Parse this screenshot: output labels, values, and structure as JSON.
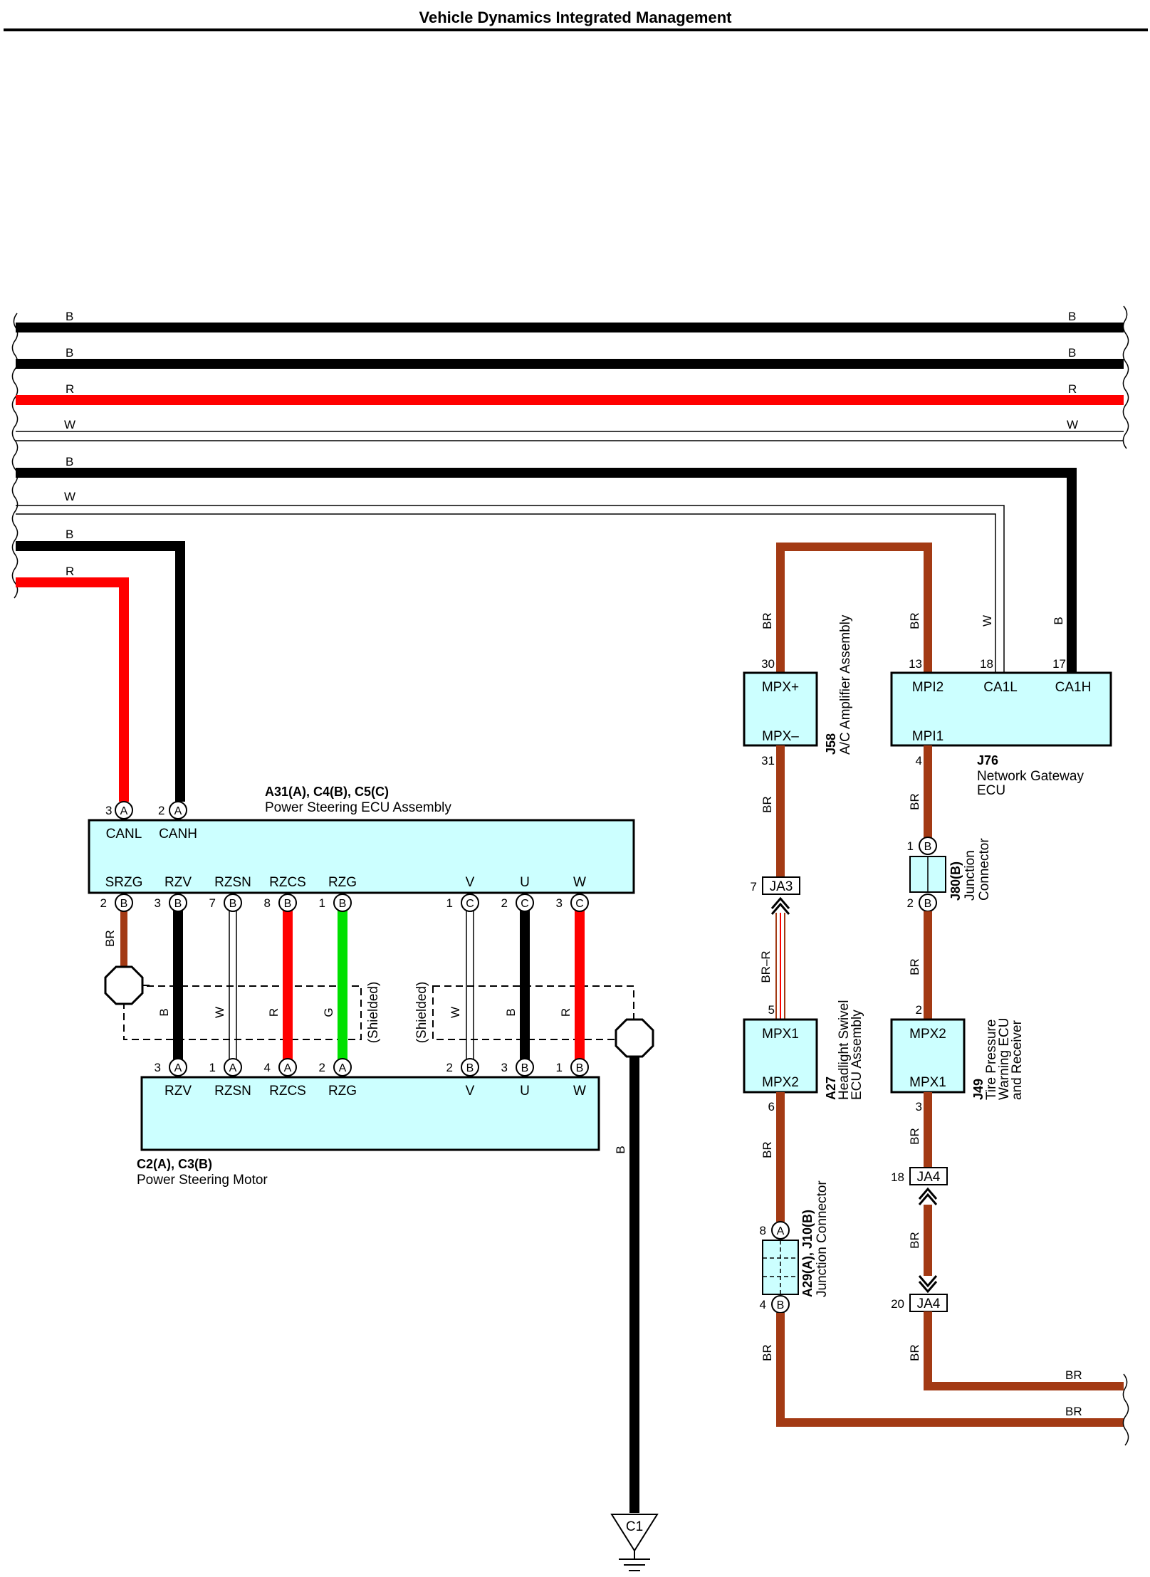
{
  "title": "Vehicle Dynamics Integrated Management",
  "colors": {
    "B": "#000000",
    "R": "#ff0000",
    "W": "#ffffff",
    "BR": "#a33a14",
    "G": "#00e000",
    "component_fill": "#ccffff"
  },
  "bus_wires": [
    "B",
    "B",
    "R",
    "W",
    "B",
    "W",
    "B",
    "R"
  ],
  "components": {
    "ps_ecu": {
      "ref": "A31(A), C4(B), C5(C)",
      "name": "Power Steering ECU Assembly",
      "top_terminals": [
        {
          "pin": "3",
          "conn": "A",
          "label": "CANL"
        },
        {
          "pin": "2",
          "conn": "A",
          "label": "CANH"
        }
      ],
      "bottom_terminals": [
        {
          "pin": "2",
          "conn": "B",
          "label": "SRZG"
        },
        {
          "pin": "3",
          "conn": "B",
          "label": "RZV"
        },
        {
          "pin": "7",
          "conn": "B",
          "label": "RZSN"
        },
        {
          "pin": "8",
          "conn": "B",
          "label": "RZCS"
        },
        {
          "pin": "1",
          "conn": "B",
          "label": "RZG"
        },
        {
          "pin": "1",
          "conn": "C",
          "label": "V"
        },
        {
          "pin": "2",
          "conn": "C",
          "label": "U"
        },
        {
          "pin": "3",
          "conn": "C",
          "label": "W"
        }
      ]
    },
    "ps_motor": {
      "ref": "C2(A), C3(B)",
      "name": "Power Steering Motor",
      "terminals": [
        {
          "pin": "3",
          "conn": "A",
          "label": "RZV"
        },
        {
          "pin": "1",
          "conn": "A",
          "label": "RZSN"
        },
        {
          "pin": "4",
          "conn": "A",
          "label": "RZCS"
        },
        {
          "pin": "2",
          "conn": "A",
          "label": "RZG"
        },
        {
          "pin": "2",
          "conn": "B",
          "label": "V"
        },
        {
          "pin": "3",
          "conn": "B",
          "label": "U"
        },
        {
          "pin": "1",
          "conn": "B",
          "label": "W"
        }
      ]
    },
    "ac_amp": {
      "ref": "J58",
      "name": "A/C Amplifier Assembly",
      "top_label": "MPX+",
      "top_pin": "30",
      "bottom_label": "MPX–",
      "bottom_pin": "31"
    },
    "gateway": {
      "ref": "J76",
      "name_line1": "Network Gateway",
      "name_line2": "ECU",
      "terminals": [
        {
          "pin": "13",
          "label": "MPI2"
        },
        {
          "pin": "18",
          "label": "CA1L"
        },
        {
          "pin": "17",
          "label": "CA1H"
        }
      ],
      "bottom_label": "MPI1",
      "bottom_pin": "4"
    },
    "j80": {
      "ref": "J80(B)",
      "name_line1": "Junction",
      "name_line2": "Connector",
      "top_pin": "1",
      "bottom_pin": "2",
      "conn": "B"
    },
    "headlight": {
      "ref": "A27",
      "name_line1": "Headlight Swivel",
      "name_line2": "ECU Assembly",
      "top_label": "MPX1",
      "top_pin": "5",
      "bottom_label": "MPX2",
      "bottom_pin": "6"
    },
    "tire": {
      "ref": "J49",
      "name_line1": "Tire Pressure",
      "name_line2": "Warning ECU",
      "name_line3": "and Receiver",
      "top_label": "MPX2",
      "top_pin": "2",
      "bottom_label": "MPX1",
      "bottom_pin": "3"
    },
    "a29": {
      "ref": "A29(A), J10(B)",
      "name": "Junction Connector",
      "top_pin": "8",
      "top_conn": "A",
      "bottom_pin": "4",
      "bottom_conn": "B"
    }
  },
  "inline_connectors": {
    "ja3": {
      "label": "JA3",
      "pin": "7"
    },
    "ja4_top": {
      "label": "JA4",
      "pin": "18"
    },
    "ja4_bottom": {
      "label": "JA4",
      "pin": "20"
    }
  },
  "shielded_label": "(Shielded)",
  "ground": "C1",
  "wire_labels": {
    "br": "BR",
    "br_r": "BR–R",
    "b": "B",
    "w": "W",
    "r": "R",
    "g": "G"
  }
}
